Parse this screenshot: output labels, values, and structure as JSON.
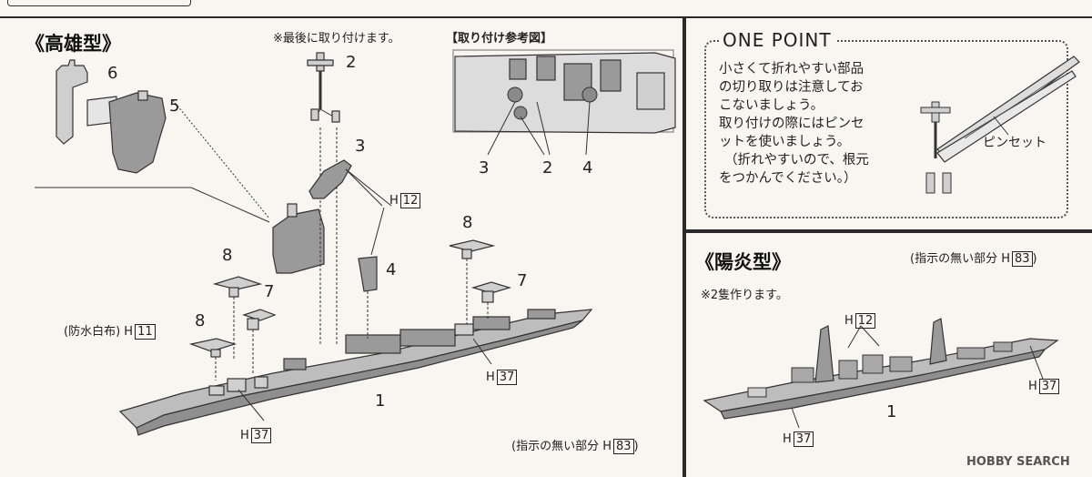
{
  "takao": {
    "title": "《高雄型》",
    "note_last": "※最後に取り付けます。",
    "ref_title": "【取り付け参考図】",
    "parts": {
      "p1": "1",
      "p2": "2",
      "p3": "3",
      "p4": "4",
      "p5": "5",
      "p6": "6",
      "p7a": "7",
      "p7b": "7",
      "p8a": "8",
      "p8b": "8",
      "p8c": "8",
      "ref3": "3",
      "ref2": "2",
      "ref4": "4"
    },
    "h12_prefix": "H",
    "h12_num": "12",
    "h11_text": "(防水白布) H",
    "h11_num": "11",
    "h37a_prefix": "H",
    "h37a_num": "37",
    "h37b_prefix": "H",
    "h37b_num": "37",
    "footnote_text": "(指示の無い部分 H",
    "footnote_num": "83",
    "footnote_close": ")"
  },
  "one_point": {
    "title": "ONE POINT",
    "lines": [
      "小さくて折れやすい部品",
      "の切り取りは注意してお",
      "こないましょう。",
      "取り付けの際にはピンセ",
      "ットを使いましょう。",
      "（折れやすいので、根元",
      "をつかんでください。）"
    ],
    "tweezers_label": "ピンセット"
  },
  "kagero": {
    "title": "《陽炎型》",
    "footnote_text": "(指示の無い部分 H",
    "footnote_num": "83",
    "footnote_close": ")",
    "note": "※2隻作ります。",
    "h12_prefix": "H",
    "h12_num": "12",
    "h37a_prefix": "H",
    "h37a_num": "37",
    "h37b_prefix": "H",
    "h37b_num": "37",
    "part1": "1"
  },
  "watermark": "HOBBY SEARCH"
}
